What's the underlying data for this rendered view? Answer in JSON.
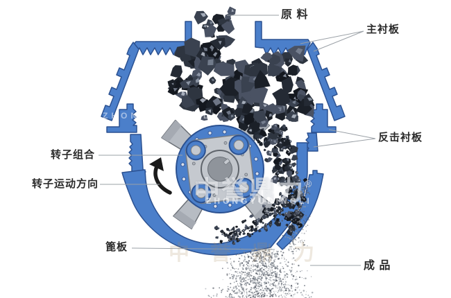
{
  "diagram": {
    "type": "impact-crusher-structure-diagram",
    "labels": {
      "raw_material": "原 料",
      "main_liner": "主衬板",
      "impact_liner": "反击衬板",
      "rotor_assembly": "转子组合",
      "rotor_direction": "转子运动方向",
      "grate_plate": "篦板",
      "finished_product": "成 品"
    },
    "watermark": {
      "cn": "中誉鼎力",
      "reg": "®",
      "en": "ZHONGYUDINGLI"
    },
    "colors": {
      "housing_blue": "#4b7fca",
      "housing_blue_dark": "#2b5191",
      "part_gray": "#c5c9cf",
      "part_gray_dark": "#787d84",
      "rock_dark": "#1b2028",
      "fines_gray": "#80868f",
      "label_text": "#2b2b2b",
      "leader_line": "#9aa0a6",
      "arrow_black": "#1b1b1b"
    }
  }
}
